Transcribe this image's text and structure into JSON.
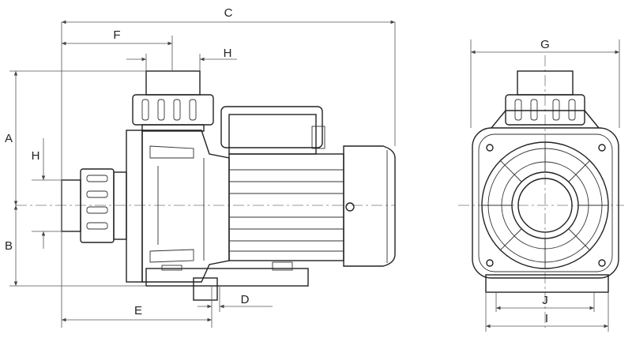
{
  "labels": {
    "A": "A",
    "B": "B",
    "C": "C",
    "D": "D",
    "E": "E",
    "F": "F",
    "G": "G",
    "H_top": "H",
    "H_left": "H",
    "I": "I",
    "J": "J"
  }
}
